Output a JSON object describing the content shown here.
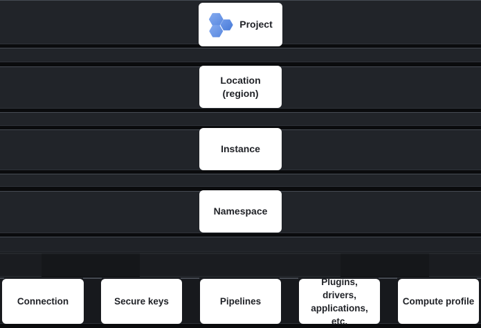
{
  "diagram": {
    "type": "resource-hierarchy",
    "levels": [
      {
        "label": "Project",
        "icon": "data-fusion-icon"
      },
      {
        "label": "Location (region)"
      },
      {
        "label": "Instance"
      },
      {
        "label": "Namespace"
      }
    ],
    "children": [
      {
        "label": "Connection"
      },
      {
        "label": "Secure keys"
      },
      {
        "label": "Pipelines"
      },
      {
        "label": "Plugins, drivers, applications, etc."
      },
      {
        "label": "Compute profile"
      }
    ]
  },
  "colors": {
    "bg": "#0a0b0d",
    "band": "#212429",
    "band2": "#1f2227",
    "band3": "#1a1c20",
    "band4": "#17191d",
    "band5": "#15171a",
    "band_edge_light": "#464b53",
    "band_edge_dim": "#2e3238",
    "node_bg": "#ffffff",
    "node_text": "#1f2126",
    "hex_light": "#83a9ef",
    "hex_mid": "#5b8ae0",
    "hex_dark1": "#6e99e9",
    "hex_dark2": "#4a7cd8"
  }
}
